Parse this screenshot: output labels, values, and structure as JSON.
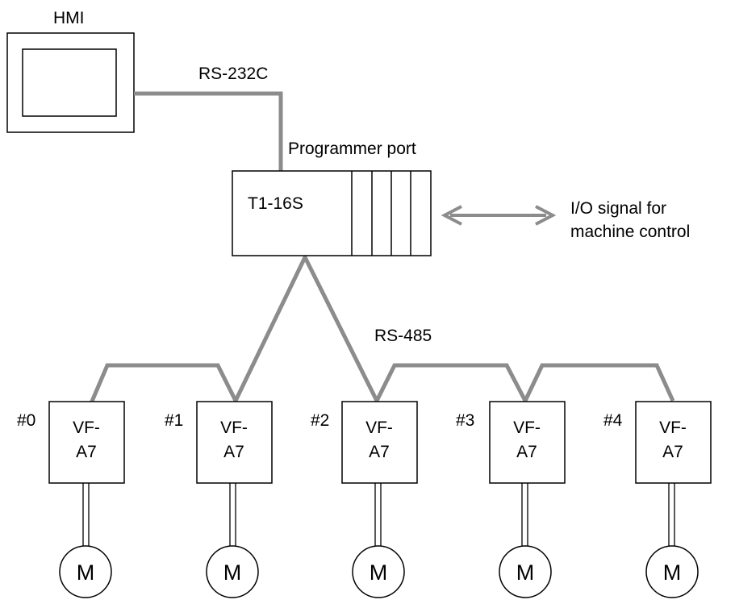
{
  "hmi": {
    "label": "HMI"
  },
  "links": {
    "rs232": "RS-232C",
    "programmer_port": "Programmer port",
    "rs485": "RS-485"
  },
  "plc": {
    "label": "T1-16S"
  },
  "io_signal": {
    "line1": "I/O signal for",
    "line2": "machine control"
  },
  "colors": {
    "wire": "#8c8c8c",
    "outline": "#000000",
    "background": "#ffffff"
  },
  "drives": [
    {
      "address": "#0",
      "line1": "VF-",
      "line2": "A7",
      "motor": "M"
    },
    {
      "address": "#1",
      "line1": "VF-",
      "line2": "A7",
      "motor": "M"
    },
    {
      "address": "#2",
      "line1": "VF-",
      "line2": "A7",
      "motor": "M"
    },
    {
      "address": "#3",
      "line1": "VF-",
      "line2": "A7",
      "motor": "M"
    },
    {
      "address": "#4",
      "line1": "VF-",
      "line2": "A7",
      "motor": "M"
    }
  ]
}
